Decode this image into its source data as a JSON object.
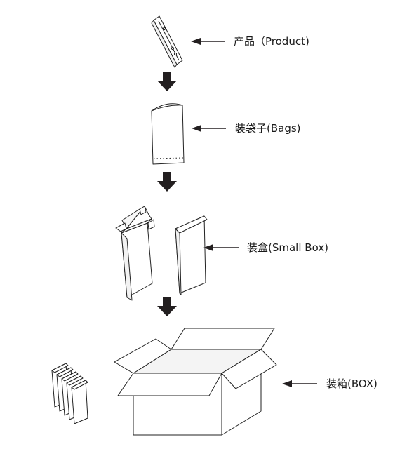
{
  "steps": [
    {
      "id": "product",
      "label": "产品（Product)"
    },
    {
      "id": "bags",
      "label": "装袋子(Bags)"
    },
    {
      "id": "small-box",
      "label": "装盒(Small Box)"
    },
    {
      "id": "box",
      "label": "装箱(BOX)"
    }
  ],
  "colors": {
    "stroke": "#222222",
    "fill": "#ffffff",
    "arrow": "#231f20"
  }
}
